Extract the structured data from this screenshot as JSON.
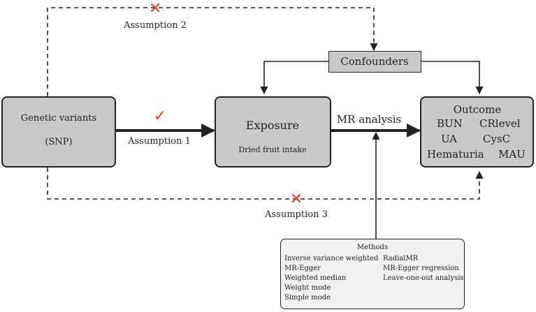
{
  "boxes": {
    "genetic": {
      "title": "Genetic variants",
      "subtitle": "(SNP)"
    },
    "exposure": {
      "title": "Exposure",
      "subtitle": "Dried fruit intake"
    },
    "outcome": {
      "title": "Outcome",
      "row1": [
        "BUN",
        "CRlevel"
      ],
      "row2": [
        "UA",
        "CysC"
      ],
      "row3": [
        "Hematuria",
        "MAU"
      ]
    },
    "confounders": {
      "title": "Confounders"
    },
    "methods": {
      "title": "Methods",
      "left": [
        "Inverse variance weighted",
        "MR-Egger",
        "Weighted median",
        "Weight mode",
        "Simple mode"
      ],
      "right": [
        "RadialMR",
        "MR-Egger regression",
        "Leave-one-out analysis"
      ]
    }
  },
  "labels": {
    "assumption1": "Assumption 1",
    "assumption2": "Assumption 2",
    "assumption3": "Assumption 3",
    "mr_analysis": "MR analysis"
  },
  "marks": {
    "check": "✓",
    "cross": "✕",
    "check_icon": "check-mark-icon",
    "cross_icon": "cross-mark-icon"
  },
  "colors": {
    "box_fill": "#c9c9c9",
    "methods_fill": "#f1f1f1",
    "mark_red": "#e8392a"
  }
}
